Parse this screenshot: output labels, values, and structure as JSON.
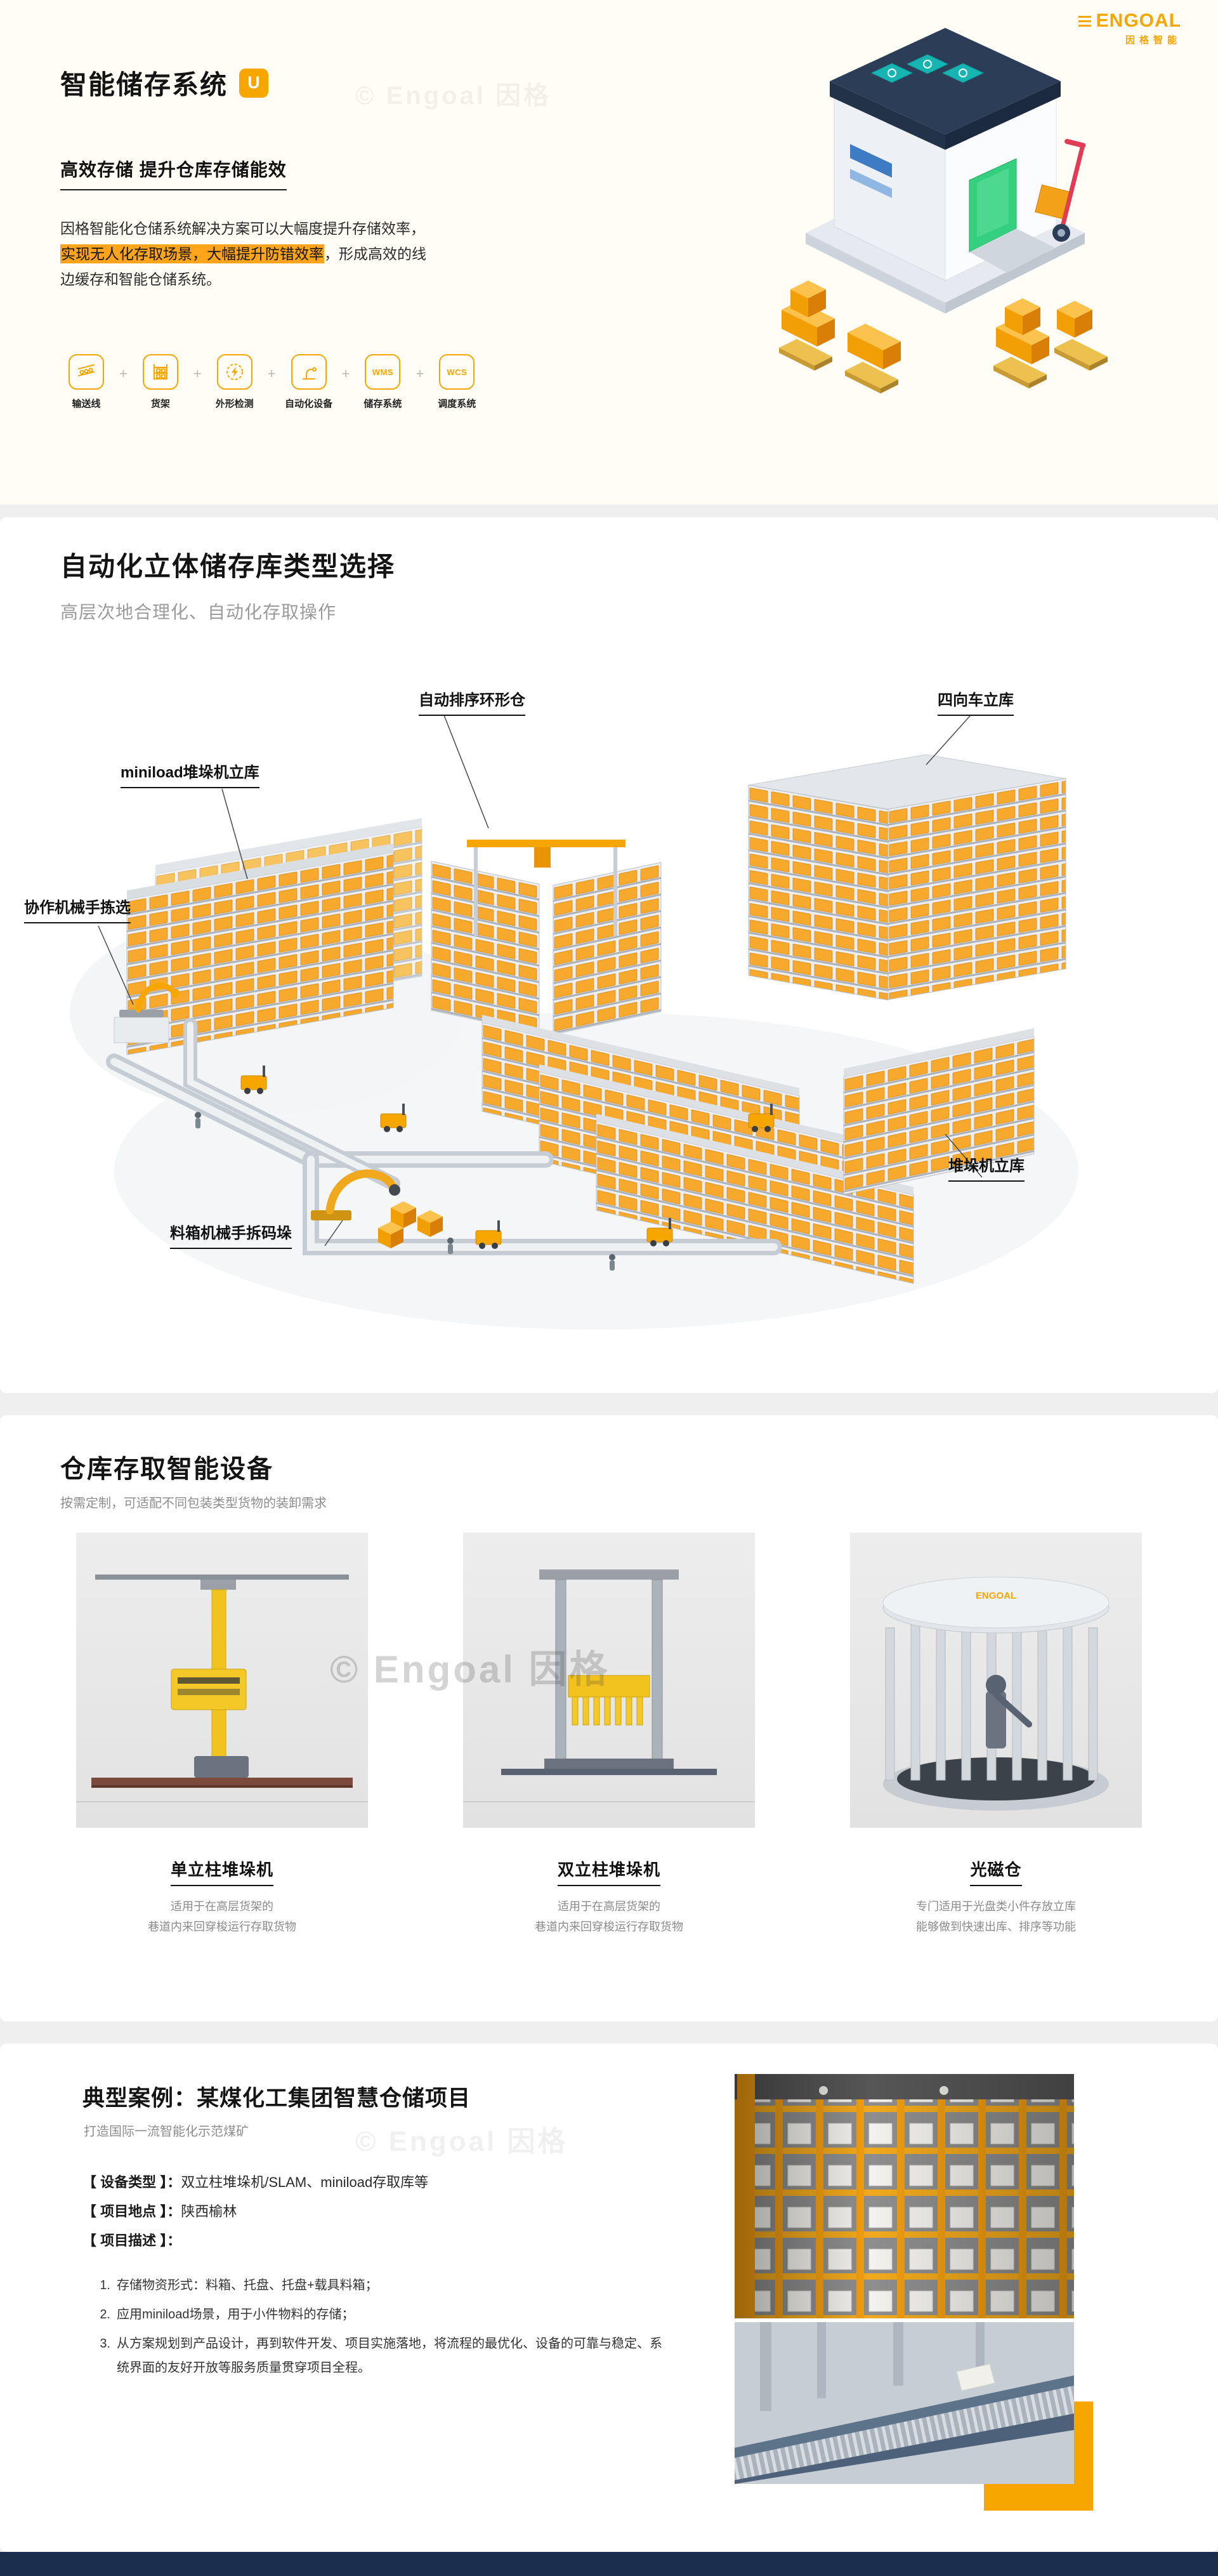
{
  "brand": {
    "logo_text": "ENGOAL",
    "logo_sub": "因格智能",
    "watermark": "© Engoal 因格"
  },
  "colors": {
    "accent": "#F7A600",
    "highlight": "#FFA41B",
    "footer": "#1B2E4E"
  },
  "hero": {
    "title": "智能储存系统",
    "subtitle": "高效存储 提升仓库存储能效",
    "para_1": "因格智能化仓储系统解决方案可以大幅度提升存储效率，",
    "para_highlight": "实现无人化存取场景，大幅提升防错效率",
    "para_2": "，形成高效的线边缓存和智能仓储系统。",
    "plus": "+",
    "features": [
      {
        "label": "输送线",
        "icon": "conveyor-icon"
      },
      {
        "label": "货架",
        "icon": "rack-icon"
      },
      {
        "label": "外形检测",
        "icon": "shape-detect-icon"
      },
      {
        "label": "自动化设备",
        "icon": "robot-arm-icon"
      },
      {
        "label": "储存系统",
        "icon": "wms-icon",
        "badge": "WMS"
      },
      {
        "label": "调度系统",
        "icon": "wcs-icon",
        "badge": "WCS"
      }
    ]
  },
  "types": {
    "title": "自动化立体储存库类型选择",
    "subtitle": "高层次地合理化、自动化存取操作",
    "labels": {
      "ring": "自动排序环形仓",
      "four_way": "四向车立库",
      "miniload": "miniload堆垛机立库",
      "cobot": "协作机械手拣选",
      "depal": "料箱机械手拆码垛",
      "stacker": "堆垛机立库"
    }
  },
  "devices": {
    "title": "仓库存取智能设备",
    "subtitle": "按需定制，可适配不同包装类型货物的装卸需求",
    "cards": [
      {
        "name": "单立柱堆垛机",
        "desc1": "适用于在高层货架的",
        "desc2": "巷道内来回穿梭运行存取货物"
      },
      {
        "name": "双立柱堆垛机",
        "desc1": "适用于在高层货架的",
        "desc2": "巷道内来回穿梭运行存取货物"
      },
      {
        "name": "光磁仓",
        "desc1": "专门适用于光盘类小件存放立库",
        "desc2": "能够做到快速出库、排序等功能"
      }
    ]
  },
  "case_study": {
    "title": "典型案例：某煤化工集团智慧仓储项目",
    "subtitle": "打造国际一流智能化示范煤矿",
    "info": [
      {
        "label": "【 设备类型 】：",
        "value": "双立柱堆垛机/SLAM、miniload存取库等"
      },
      {
        "label": "【 项目地点 】：",
        "value": "陕西榆林"
      },
      {
        "label": "【 项目描述 】：",
        "value": ""
      }
    ],
    "points": [
      {
        "num": "1.",
        "text": "存储物资形式：料箱、托盘、托盘+载具料箱；"
      },
      {
        "num": "2.",
        "text": "应用miniload场景，用于小件物料的存储；"
      },
      {
        "num": "3.",
        "text": "从方案规划到产品设计，再到软件开发、项目实施落地，将流程的最优化、设备的可靠与稳定、系统界面的友好开放等服务质量贯穿项目全程。"
      }
    ]
  }
}
